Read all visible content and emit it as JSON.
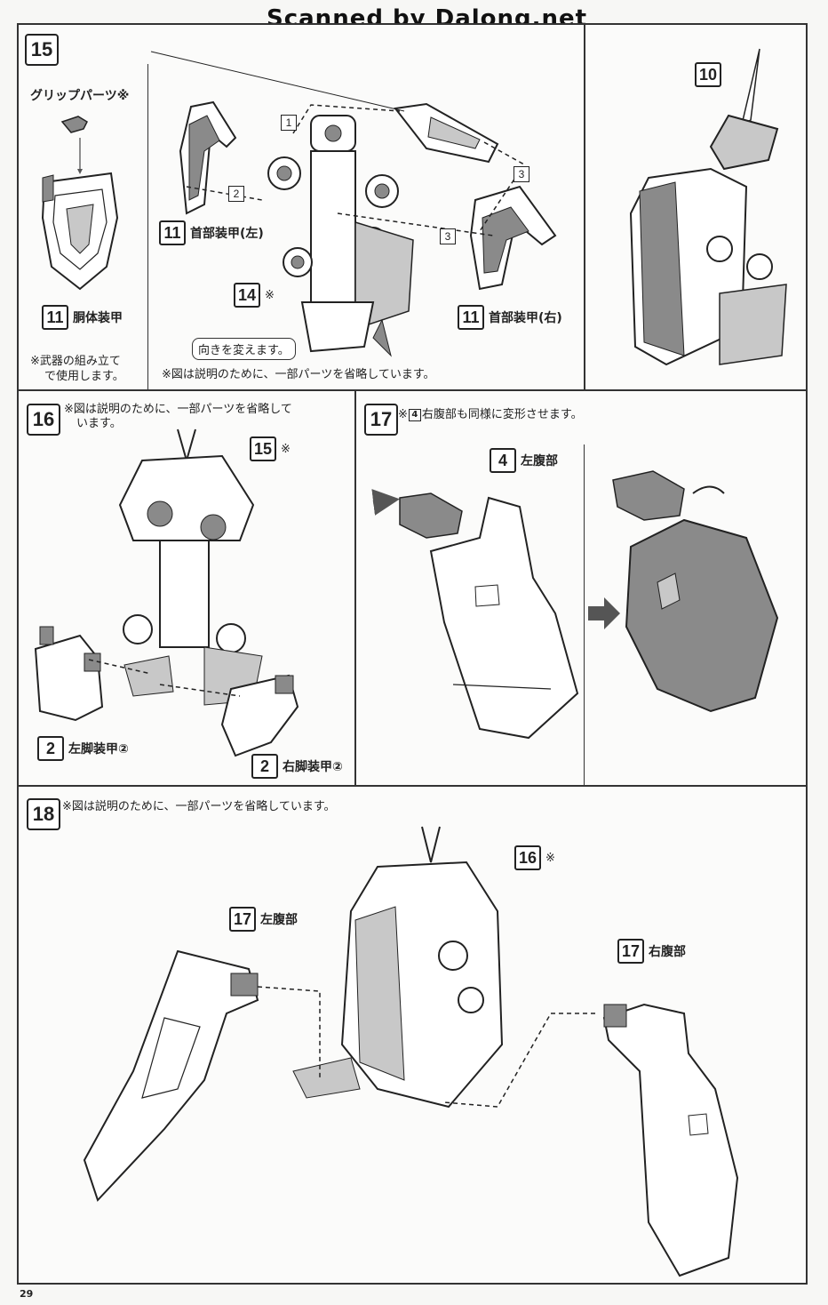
{
  "header": {
    "scanned_by": "Scanned by Dalong.net"
  },
  "page_number": "29",
  "step15": {
    "number": "15",
    "grip_label": "グリップパーツ※",
    "body_armor_num": "11",
    "body_armor_label": "胴体装甲",
    "weapon_note_line1": "※武器の組み立て",
    "weapon_note_line2": "で使用します。",
    "neck_left_num": "11",
    "neck_left_label": "首部装甲(左)",
    "neck_right_num": "11",
    "neck_right_label": "首部装甲(右)",
    "part14_num": "14",
    "part14_mark": "※",
    "turn_label": "向きを変えます。",
    "omit_note": "※図は説明のために、一部パーツを省略しています。",
    "callout1": "1",
    "callout2": "2",
    "callout3a": "3",
    "callout3b": "3",
    "part10_num": "10"
  },
  "step16": {
    "number": "16",
    "note_line1": "※図は説明のために、一部パーツを省略して",
    "note_line2": "います。",
    "part15_num": "15",
    "part15_mark": "※",
    "left_leg_num": "2",
    "left_leg_label": "左脚装甲②",
    "right_leg_num": "2",
    "right_leg_label": "右脚装甲②"
  },
  "step17": {
    "number": "17",
    "note_prefix": "※",
    "note_ref": "4",
    "note_text": "右腹部も同様に変形させます。",
    "part4_num": "4",
    "part4_label": "左腹部"
  },
  "step18": {
    "number": "18",
    "note": "※図は説明のために、一部パーツを省略しています。",
    "part16_num": "16",
    "part16_mark": "※",
    "left_abdomen_num": "17",
    "left_abdomen_label": "左腹部",
    "right_abdomen_num": "17",
    "right_abdomen_label": "右腹部"
  },
  "colors": {
    "line": "#222222",
    "shade": "#8a8a8a",
    "light_shade": "#c8c8c8",
    "paper": "#fbfbfa"
  }
}
